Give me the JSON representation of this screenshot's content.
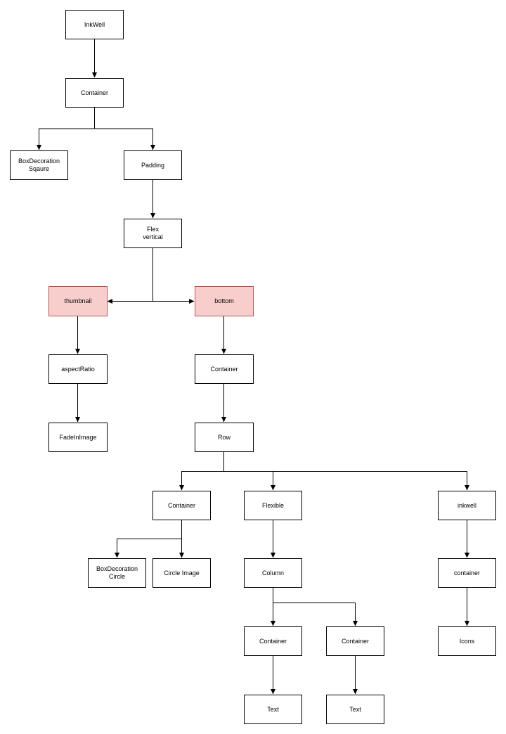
{
  "nodes": {
    "inkwell_root": "InkWell",
    "container_1": "Container",
    "boxdecoration_square": "BoxDecoration\nSqaure",
    "padding": "Padding",
    "flex": "Flex\nvertical",
    "thumbnail": "thumbnail",
    "bottom": "bottom",
    "aspect_ratio": "aspectRatio",
    "fade_in_image": "FadeInImage",
    "container_2": "Container",
    "row": "Row",
    "container_3": "Container",
    "flexible": "Flexible",
    "inkwell_2": "inkwell",
    "boxdecoration_circle": "BoxDecoration\nCircle",
    "circle_image": "Circle Image",
    "column": "Column",
    "container_4": "container",
    "container_5": "Container",
    "container_6": "Container",
    "icons": "Icons",
    "text_1": "Text",
    "text_2": "Text"
  },
  "colors": {
    "highlight_fill": "#f8cecc",
    "highlight_border": "#b85450",
    "line": "#000000"
  }
}
